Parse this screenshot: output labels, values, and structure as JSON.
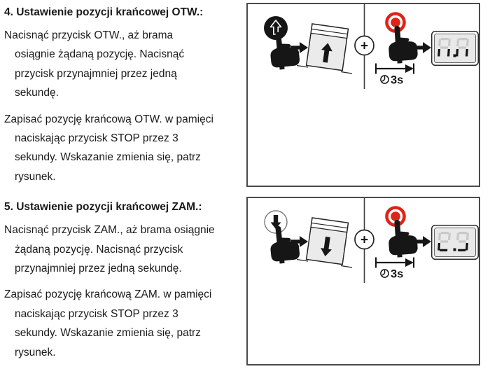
{
  "instructions": {
    "sections": [
      {
        "heading": "4. Ustawienie pozycji krańcowej OTW.:",
        "paragraphs": [
          {
            "lines": [
              "Nacisnąć przycisk OTW., aż brama",
              "osiągnie żądaną pozycję. Nacisnąć",
              "przycisk przynajmniej przez jedną",
              "sekundę."
            ]
          },
          {
            "lines": [
              "Zapisać pozycję krańcową OTW. w pamięci",
              "naciskając przycisk STOP przez 3",
              "sekundy. Wskazanie zmienia się, patrz",
              "rysunek."
            ]
          }
        ]
      },
      {
        "heading": "5. Ustawienie pozycji krańcowej ZAM.:",
        "paragraphs": [
          {
            "lines": [
              "Nacisnąć przycisk ZAM., aż brama osiągnie",
              "żądaną pozycję. Nacisnąć przycisk",
              "przynajmniej przez jedną sekundę."
            ]
          },
          {
            "lines": [
              "Zapisać pozycję krańcową ZAM. w pamięci",
              "naciskając przycisk STOP przez 3",
              "sekundy. Wskazanie zmienia się, patrz",
              "rysunek."
            ]
          }
        ]
      }
    ]
  },
  "diagrams": [
    {
      "name": "otw-open-limit",
      "button_icon": "open-up-button-icon",
      "door_direction": "up",
      "plus_label": "+",
      "hold_duration": "3s",
      "display": {
        "reading": "II.II",
        "dp": true,
        "digits": [
          {
            "ghost": [
              "a",
              "b",
              "f",
              "g"
            ],
            "lit": [
              "c",
              "e"
            ]
          },
          {
            "ghost": [
              "a",
              "b",
              "f",
              "g"
            ],
            "lit": [
              "c",
              "e"
            ]
          }
        ]
      }
    },
    {
      "name": "zam-close-limit",
      "button_icon": "close-down-button-icon",
      "door_direction": "down",
      "plus_label": "+",
      "hold_duration": "3s",
      "display": {
        "reading": "L.J",
        "dp": true,
        "digits": [
          {
            "ghost": [
              "a",
              "b",
              "f",
              "g"
            ],
            "lit": [
              "d",
              "e"
            ]
          },
          {
            "ghost": [
              "a",
              "b",
              "f",
              "g"
            ],
            "lit": [
              "c",
              "d"
            ]
          }
        ]
      }
    }
  ],
  "colors": {
    "accent_red": "#df2318",
    "ink": "#161616",
    "panel_border": "#4b4b4b",
    "door_fill": "#ebebeb",
    "display_ghost": "#c9c9c9",
    "display_panel": "#e9e9e9"
  }
}
